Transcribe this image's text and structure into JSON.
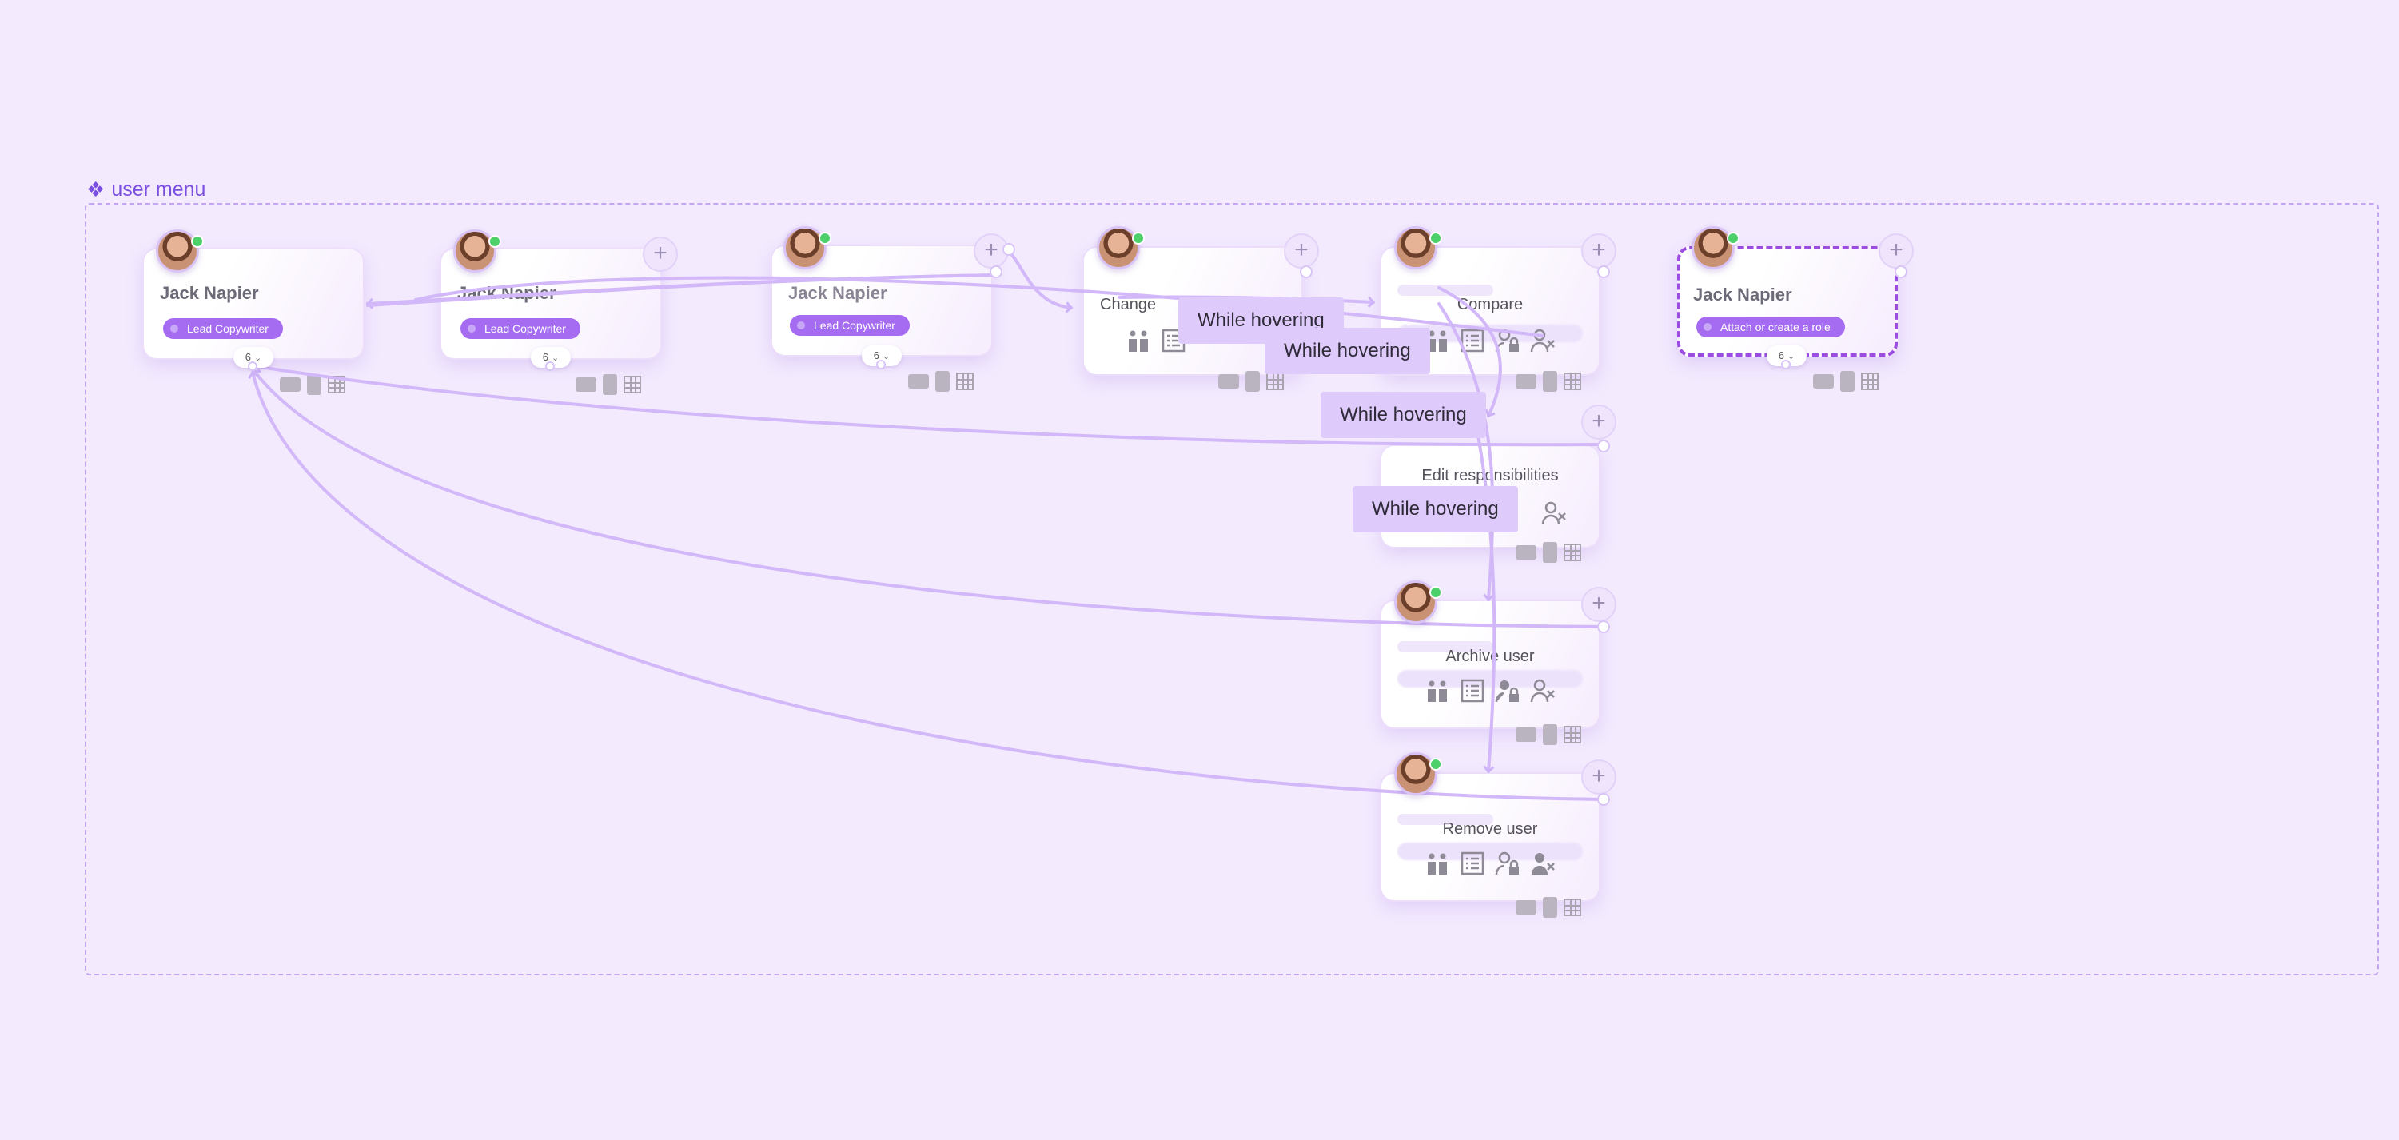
{
  "frame": {
    "label": "user menu",
    "icon": "component-diamond-icon"
  },
  "person": {
    "name": "Jack Napier",
    "role": "Lead Copywriter",
    "attach_role": "Attach or create a role",
    "count": "6"
  },
  "nodes": [
    {
      "id": "card-1",
      "title": "Jack Napier",
      "pill": "Lead Copywriter",
      "counter": "6"
    },
    {
      "id": "card-2",
      "title": "Jack Napier",
      "pill": "Lead Copywriter",
      "counter": "6"
    },
    {
      "id": "card-3",
      "title": "Jack Napier",
      "pill": "Lead Copywriter",
      "counter": "6"
    },
    {
      "id": "change",
      "title": "Change"
    },
    {
      "id": "compare",
      "title": "Compare"
    },
    {
      "id": "selected",
      "title": "Jack Napier",
      "pill": "Attach or create a role",
      "counter": "6"
    },
    {
      "id": "edit",
      "title": "Edit responsibilities"
    },
    {
      "id": "archive",
      "title": "Archive user"
    },
    {
      "id": "remove",
      "title": "Remove user"
    }
  ],
  "hover_tags": [
    "While hovering",
    "While hovering",
    "While hovering",
    "While hovering"
  ],
  "icons": [
    "people-connect-icon",
    "list-icon",
    "user-lock-icon",
    "user-remove-icon"
  ],
  "layout_icons": [
    "landscape-layout-icon",
    "portrait-layout-icon",
    "grid-layout-icon"
  ],
  "colors": {
    "background": "#f3eafe",
    "accent": "#a56cf2",
    "frame_border": "#c2a6f0",
    "wire": "#d2b8f8",
    "online": "#4bd06a",
    "tag": "#decbfb"
  }
}
